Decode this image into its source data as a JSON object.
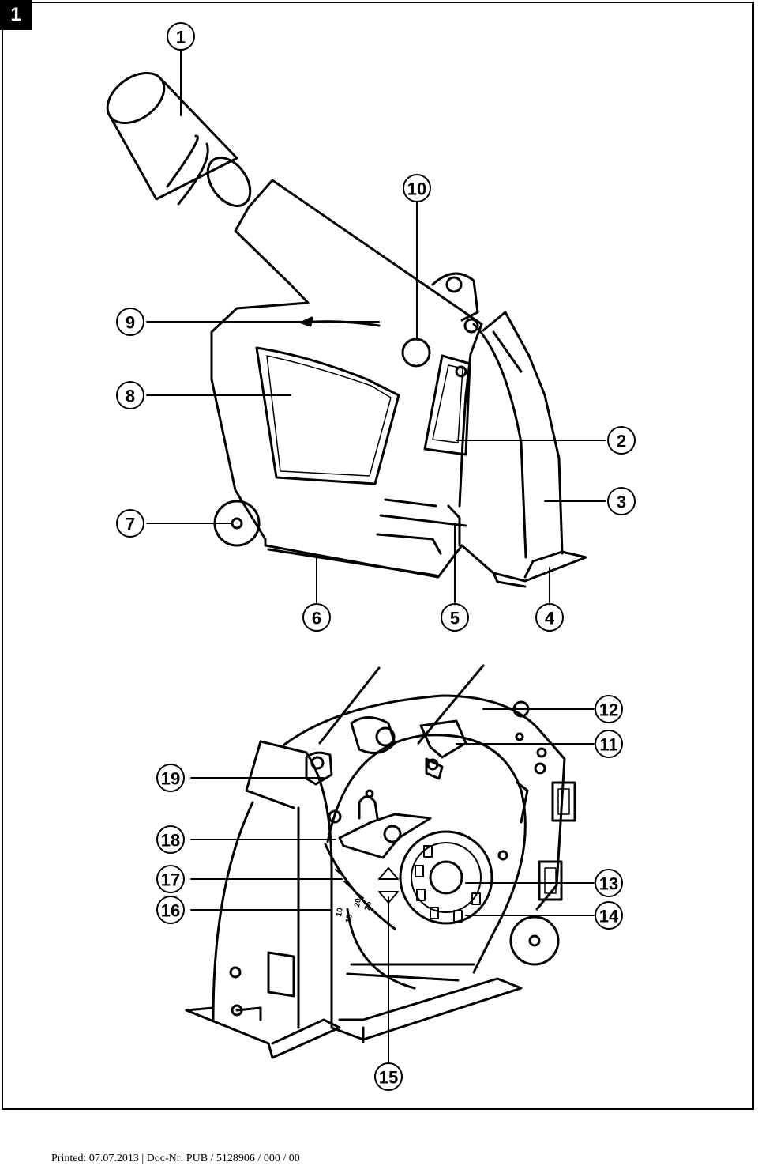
{
  "figure_label": "1",
  "callouts": {
    "c1": "1",
    "c2": "2",
    "c3": "3",
    "c4": "4",
    "c5": "5",
    "c6": "6",
    "c7": "7",
    "c8": "8",
    "c9": "9",
    "c10": "10",
    "c11": "11",
    "c12": "12",
    "c13": "13",
    "c14": "14",
    "c15": "15",
    "c16": "16",
    "c17": "17",
    "c18": "18",
    "c19": "19"
  },
  "depth_scale": {
    "s10": "10",
    "s15": "15",
    "s20": "20",
    "s25": "25"
  },
  "footer": {
    "printed_label": "Printed:",
    "date": "07.07.2013",
    "doc_label": "Doc-Nr: PUB / 5128906 / 000 / 00"
  }
}
